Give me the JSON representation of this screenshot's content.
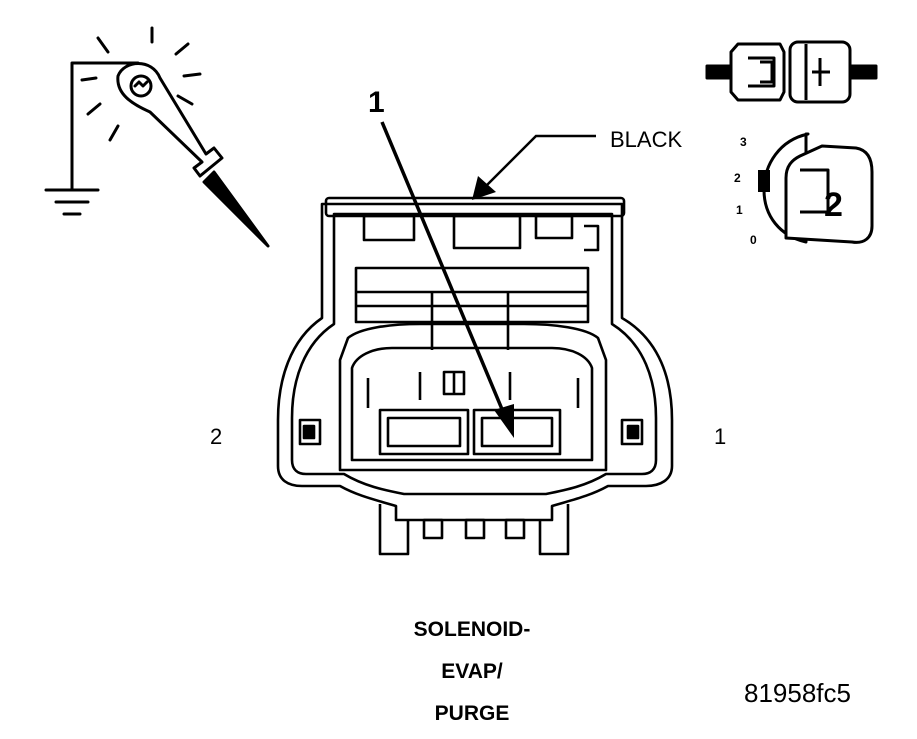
{
  "diagram": {
    "color_label": "BLACK",
    "callout_number": "1",
    "pin_left": "2",
    "pin_right": "1",
    "caption_lines": [
      "SOLENOID-",
      "EVAP/",
      "PURGE"
    ],
    "figure_id": "81958fc5",
    "meter_dial": {
      "marks": [
        "3",
        "2",
        "1",
        "0"
      ],
      "selected": "2"
    },
    "icons": [
      "test-probe-icon",
      "ground-symbol-icon",
      "connector-view-icon",
      "meter-dial-icon"
    ],
    "stroke_color": "#000000",
    "background_color": "#ffffff"
  }
}
